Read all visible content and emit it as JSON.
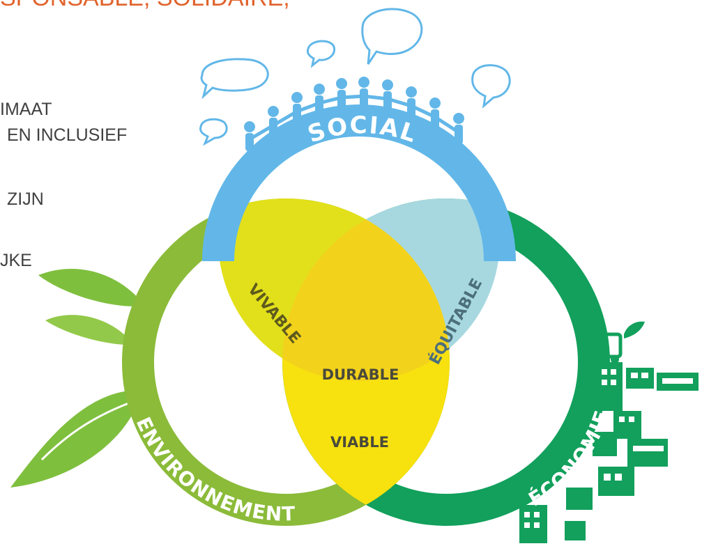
{
  "heading": "SPONSABLE, SOLIDAIRE,",
  "bullets": [
    "IMAAT",
    "EN INCLUSIEF",
    "ZIJN",
    "JKE"
  ],
  "diagram": {
    "circle_labels": {
      "social": "SOCIAL",
      "environnement": "ENVIRONNEMENT",
      "economie": "ÉCONOMIE"
    },
    "overlap_labels": {
      "vivable": "VIVABLE",
      "equitable": "ÉQUITABLE",
      "durable": "DURABLE",
      "viable": "VIABLE"
    },
    "colors": {
      "heading": "#e0632c",
      "social": "#62b7e8",
      "environnement": "#8bbb39",
      "economie": "#12a05c",
      "vivable": "#e2e01a",
      "equitable": "#a7d8e0",
      "durable": "#f3d21b",
      "viable": "#f7e10f"
    },
    "icons": [
      "speech-bubble-icon",
      "people-chain-icon",
      "leaf-icon",
      "building-icon",
      "car-icon"
    ]
  }
}
